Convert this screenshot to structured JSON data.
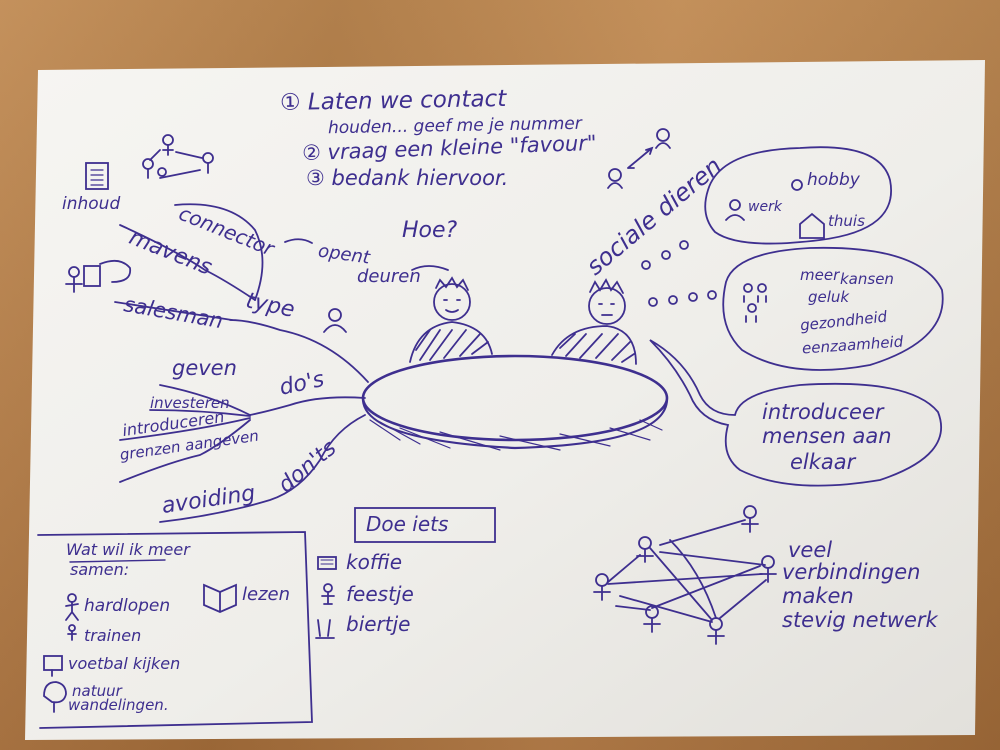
{
  "colors": {
    "ink": "#3e2f8f",
    "paper": "#f4f2ee",
    "table": "#b07a45"
  },
  "steps": [
    {
      "label": "① Laten we contact"
    },
    {
      "label": "houden... geef me je nummer"
    },
    {
      "label": "② vraag een kleine \"favour\""
    },
    {
      "label": "③ bedank hiervoor."
    }
  ],
  "left_branch": {
    "inhoud": "inhoud",
    "connector": "connector",
    "mavens": "mavens",
    "salesman": "salesman",
    "type": "type",
    "opent_deuren_1": "opent",
    "opent_deuren_2": "deuren",
    "hoe": "Hoe?",
    "geven": "geven",
    "investeren": "investeren",
    "introduceren": "introduceren",
    "grenzen": "grenzen aangeven",
    "dos": "do's",
    "donts": "don'ts",
    "avoiding": "avoiding"
  },
  "right_branch": {
    "sociale_dieren": "sociale dieren",
    "hobby": "hobby",
    "werk": "werk",
    "thuis": "thuis",
    "meer_kansen_1": "meer",
    "meer_kansen_2": "kansen",
    "geluk": "geluk",
    "gezondheid": "gezondheid",
    "eenzaamheid": "eenzaamheid",
    "introduceer_1": "introduceer",
    "introduceer_2": "mensen aan",
    "introduceer_3": "elkaar"
  },
  "box_samen": {
    "title_1": "Wat wil ik meer",
    "title_2": "samen:",
    "items": [
      {
        "label": "hardlopen"
      },
      {
        "label": "trainen"
      },
      {
        "label": "voetbal kijken"
      },
      {
        "label": "natuur"
      },
      {
        "label": "wandelingen."
      }
    ],
    "lezen": "lezen"
  },
  "doe_iets": {
    "title": "Doe iets",
    "items": [
      {
        "label": "koffie"
      },
      {
        "label": "feestje"
      },
      {
        "label": "biertje"
      }
    ]
  },
  "network": {
    "line_1": "veel",
    "line_2": "verbindingen",
    "line_3": "maken",
    "line_4": "stevig netwerk"
  },
  "icons": [
    "document-icon",
    "people-group-icon",
    "person-icon",
    "house-icon",
    "coffee-cup-icon",
    "party-icon",
    "beer-icon",
    "book-icon",
    "running-icon",
    "tv-icon",
    "tree-icon"
  ]
}
